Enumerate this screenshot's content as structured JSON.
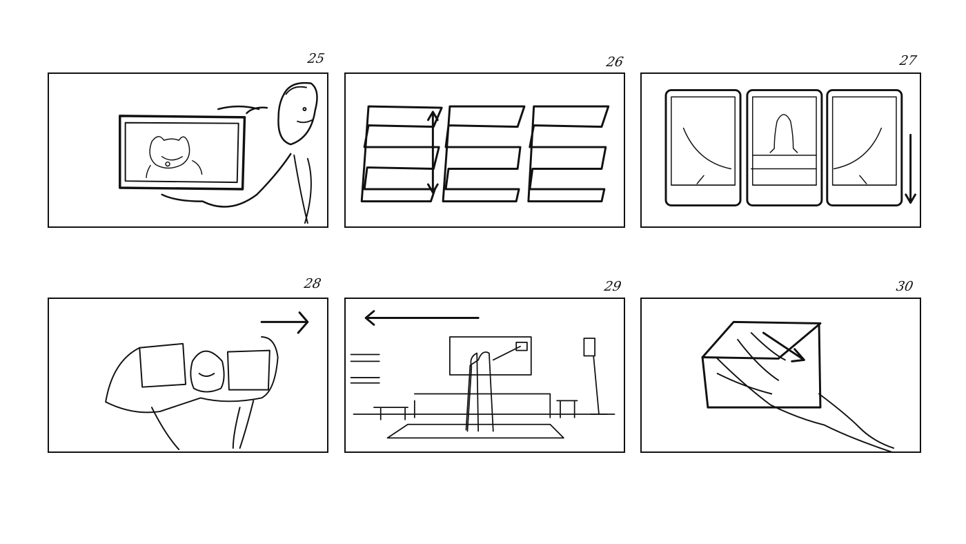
{
  "storyboard": {
    "panels": [
      {
        "number": "25"
      },
      {
        "number": "26"
      },
      {
        "number": "27"
      },
      {
        "number": "28"
      },
      {
        "number": "29"
      },
      {
        "number": "30"
      }
    ]
  }
}
